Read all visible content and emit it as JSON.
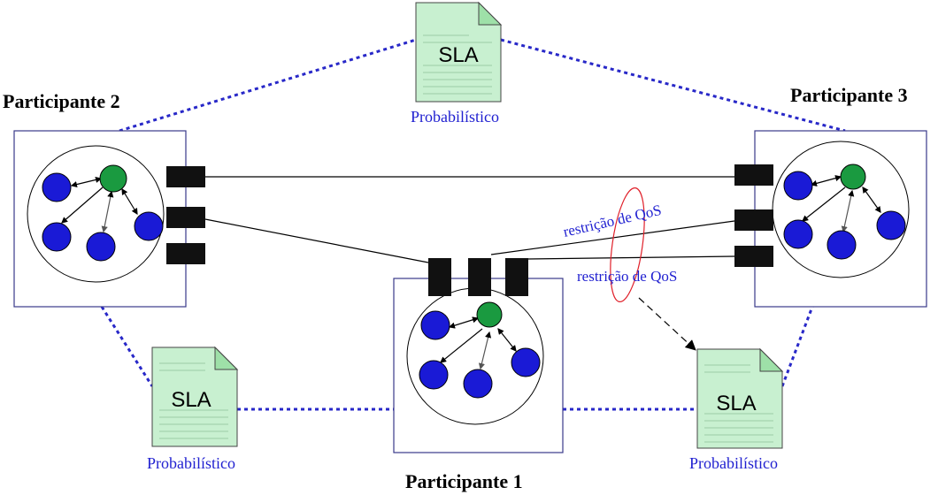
{
  "participants": {
    "p1": {
      "label": "Participante 1"
    },
    "p2": {
      "label": "Participante 2"
    },
    "p3": {
      "label": "Participante 3"
    }
  },
  "sla_docs": {
    "top": {
      "title": "SLA",
      "caption": "Probabilístico"
    },
    "left": {
      "title": "SLA",
      "caption": "Probabilístico"
    },
    "right": {
      "title": "SLA",
      "caption": "Probabilístico"
    }
  },
  "qos": {
    "upper": "restrição de QoS",
    "lower": "restrição de QoS"
  },
  "colors": {
    "node_blue": "#1a1ad6",
    "node_green": "#1a9a40",
    "dotted_line": "#2828c8",
    "text_blue": "#1f1fd0",
    "doc_fill": "#c8f0d0",
    "ellipse": "#e0202a",
    "port": "#111111"
  }
}
